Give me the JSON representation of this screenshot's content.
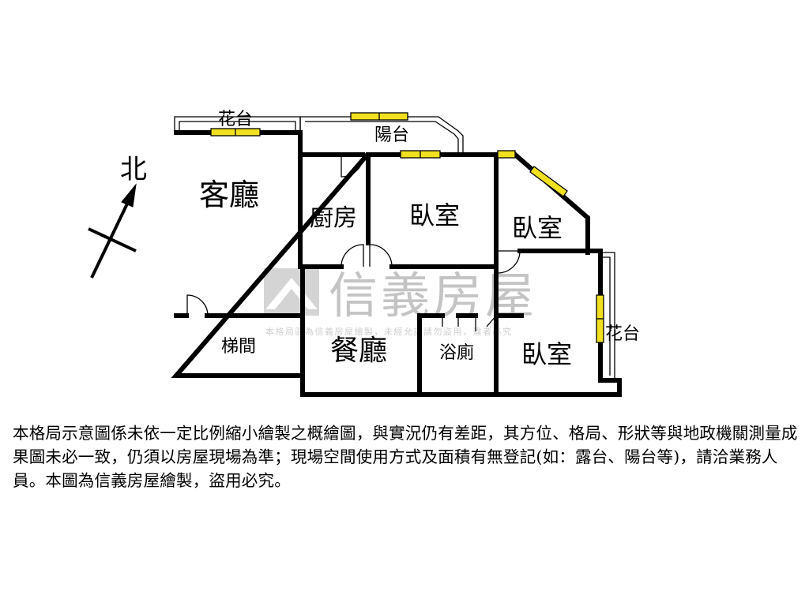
{
  "north_label": "北",
  "rooms": {
    "living_room": "客廳",
    "kitchen": "廚房",
    "bedroom_center": "臥室",
    "bedroom_east": "臥室",
    "bedroom_south": "臥室",
    "stairwell": "梯間",
    "dining_room": "餐廳",
    "bathroom": "浴廁",
    "balcony": "陽台",
    "planter_north": "花台",
    "planter_east": "花台"
  },
  "watermark": {
    "brand": "信義房屋",
    "notice": "本格局圖為信義房屋繪製，未經允許請勿盜用，違者必究"
  },
  "disclaimer": "本格局示意圖係未依一定比例縮小繪製之概繪圖，與實況仍有差距，其方位、格局、形狀等與地政機關測量成果圖未必一致，仍須以房屋現場為準；現場空間使用方式及面積有無登記(如：露台、陽台等)，請洽業務人員。本圖為信義房屋繪製，盜用必究。",
  "colors": {
    "wall": "#000000",
    "window_fill": "#f0e020",
    "watermark": "#c4c4c4"
  }
}
